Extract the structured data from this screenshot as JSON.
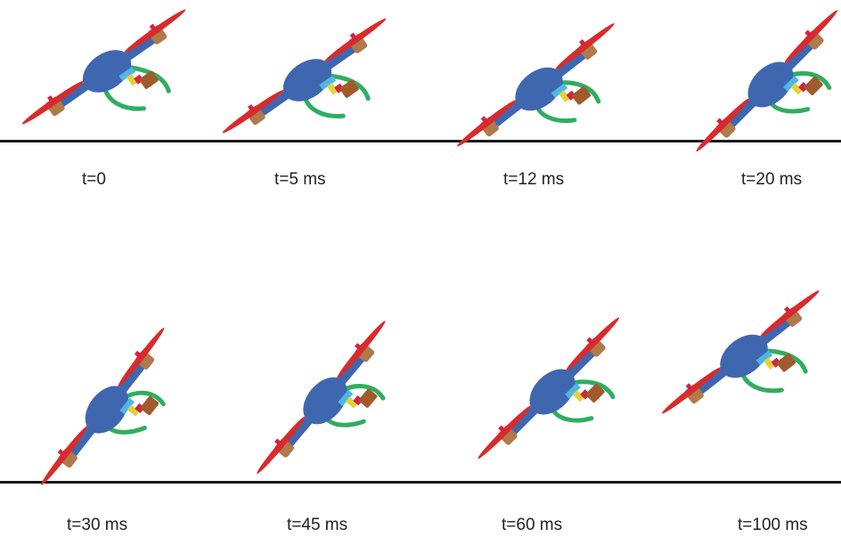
{
  "figure": {
    "rows": [
      {
        "frames": [
          {
            "time_label": "t=0"
          },
          {
            "time_label": "t=5 ms"
          },
          {
            "time_label": "t=12 ms"
          },
          {
            "time_label": "t=20 ms"
          }
        ]
      },
      {
        "frames": [
          {
            "time_label": "t=30 ms"
          },
          {
            "time_label": "t=45 ms"
          },
          {
            "time_label": "t=60 ms"
          },
          {
            "time_label": "t=100 ms"
          }
        ]
      }
    ]
  },
  "colors": {
    "body": "#3f67b0",
    "propeller": "#d92b2b",
    "motor": "#b07a4a",
    "landing_gear": "#2fae5f",
    "gimbal_mount": "#4fb7e6",
    "camera": "#e2d33a",
    "payload": "#a05a2c",
    "gimbal_red": "#d6243f",
    "ground": "#1a1a1a"
  }
}
